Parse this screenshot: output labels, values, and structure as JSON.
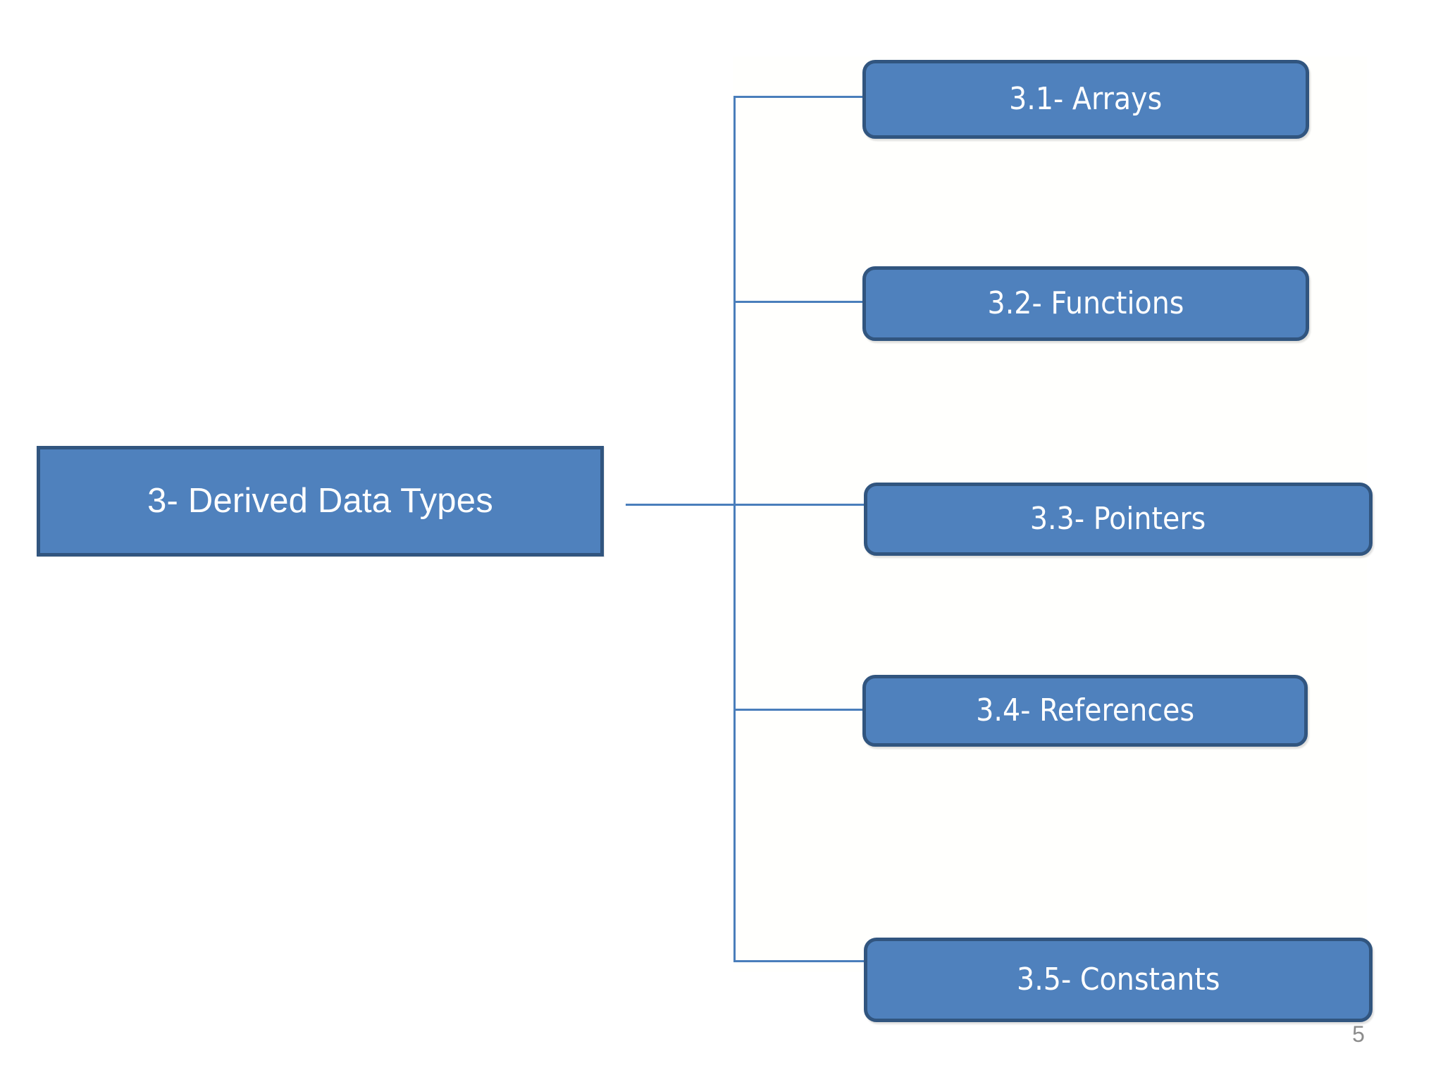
{
  "slide": {
    "page_number": "5",
    "background_color": "#ffffff"
  },
  "theme": {
    "node_fill": "#4F81BD",
    "node_border": "#31557F",
    "connector_color": "#4A7EBB",
    "node_text_color": "#FFFFFF",
    "page_number_color": "#8C8C8C"
  },
  "diagram": {
    "type": "hierarchy",
    "root": {
      "label": "3- Derived Data Types"
    },
    "children": [
      {
        "label": "3.1- Arrays"
      },
      {
        "label": "3.2- Functions"
      },
      {
        "label": "3.3- Pointers"
      },
      {
        "label": "3.4- References"
      },
      {
        "label": "3.5- Constants"
      }
    ]
  }
}
